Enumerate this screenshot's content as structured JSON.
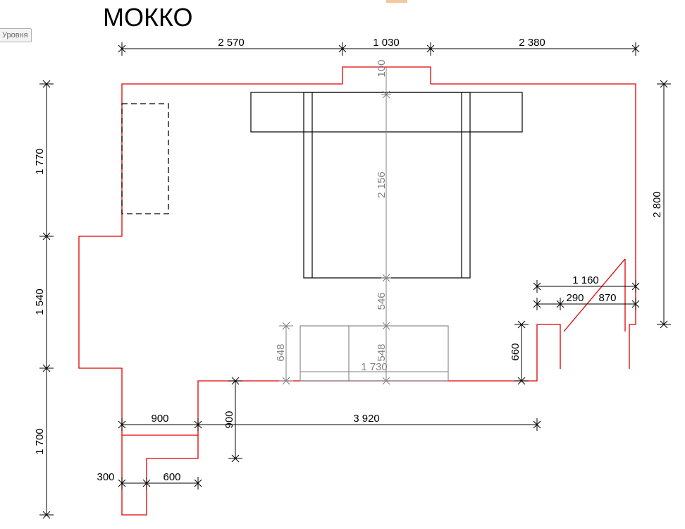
{
  "title": "МОККО",
  "toolbar": {
    "levels_button": "Уровня"
  },
  "dimensions": {
    "top_1": "2 570",
    "top_2": "1 030",
    "top_3": "2 380",
    "left_1": "1 770",
    "left_2": "1 540",
    "left_3": "1 700",
    "right_total": "2 800",
    "window_width": "1 160",
    "window_part_a": "290",
    "window_part_b": "870",
    "step_height": "660",
    "niche_depth": "100",
    "bed_length": "2 156",
    "bed_to_cabinet": "546",
    "cabinet_height": "648",
    "cabinet_depth": "548",
    "cabinet_width": "1 730",
    "bottom_left_width": "900",
    "bottom_vertical": "900",
    "bottom_right_width": "3 920",
    "tail_a": "300",
    "tail_b": "600"
  },
  "colors": {
    "wall": "#e00000",
    "dimension": "#000000",
    "secondary_dimension": "#808080"
  }
}
